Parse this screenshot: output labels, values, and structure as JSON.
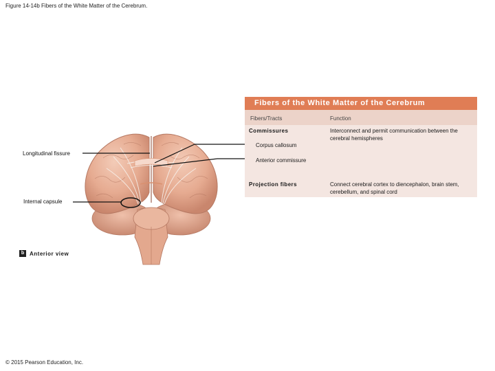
{
  "figure_title": "Figure 14-14b Fibers of the White Matter of the Cerebrum.",
  "copyright": "© 2015 Pearson Education, Inc.",
  "table": {
    "title": "Fibers of the White Matter of the Cerebrum",
    "columns": [
      "Fibers/Tracts",
      "Function"
    ],
    "rows": [
      {
        "tract": "Commissures",
        "function": "Interconnect and permit communication between the cerebral hemispheres",
        "subitems": [
          "Corpus callosum",
          "Anterior commissure"
        ]
      },
      {
        "tract": "Projection fibers",
        "function": "Connect cerebral cortex to diencephalon, brain stem, cerebellum, and spinal cord",
        "subitems": []
      }
    ],
    "header_color": "#e07d55",
    "colhead_color": "#ecd3c9",
    "body_color": "#f4e6e1"
  },
  "labels": {
    "longitudinal_fissure": "Longitudinal fissure",
    "internal_capsule": "Internal capsule"
  },
  "view": {
    "badge": "b",
    "label": "Anterior view"
  },
  "colors": {
    "brain": "#e8b39a",
    "brain_shadow": "#c98a72",
    "fibers": "#f7efe9"
  }
}
